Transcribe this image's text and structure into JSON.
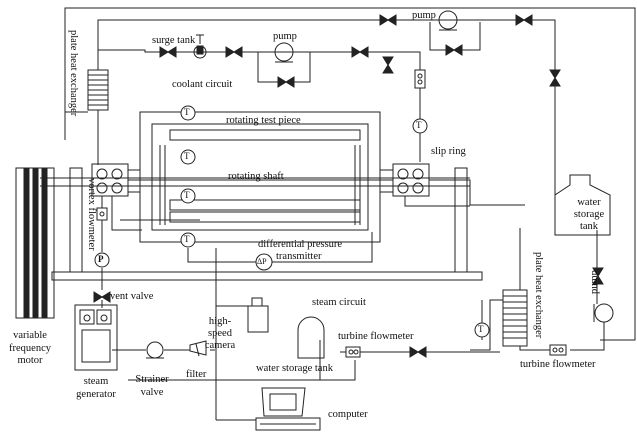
{
  "labels": {
    "plate_hx_left": "plate heat exchanger",
    "surge_tank": "surge tank",
    "pump_top": "pump",
    "pump_top_right": "pump",
    "coolant_circuit": "coolant circuit",
    "rotating_test_piece": "rotating test piece",
    "slip_ring": "slip ring",
    "rotating_shaft": "rotating shaft",
    "vortex_flowmeter": "vortex flowmeter",
    "water_storage_tank_right": "water storage tank",
    "differential_pressure": "differential pressure",
    "transmitter": "transmitter",
    "vent_valve": "vent valve",
    "steam_circuit": "steam circuit",
    "variable_frequency_motor": "variable frequency motor",
    "high_speed_camera": "high-speed camera",
    "turbine_flowmeter_mid": "turbine flowmeter",
    "plate_hx_right": "plate heat exchanger",
    "pump_right": "pump",
    "water_storage_tank_mid": "water storage tank",
    "steam_generator": "steam generator",
    "strainer_valve": "Strainer valve",
    "filter": "filter",
    "turbine_flowmeter_right": "turbine flowmeter",
    "computer": "computer"
  },
  "symbols": {
    "temperature": "T",
    "pressure": "P",
    "delta_p": "ΔP"
  }
}
